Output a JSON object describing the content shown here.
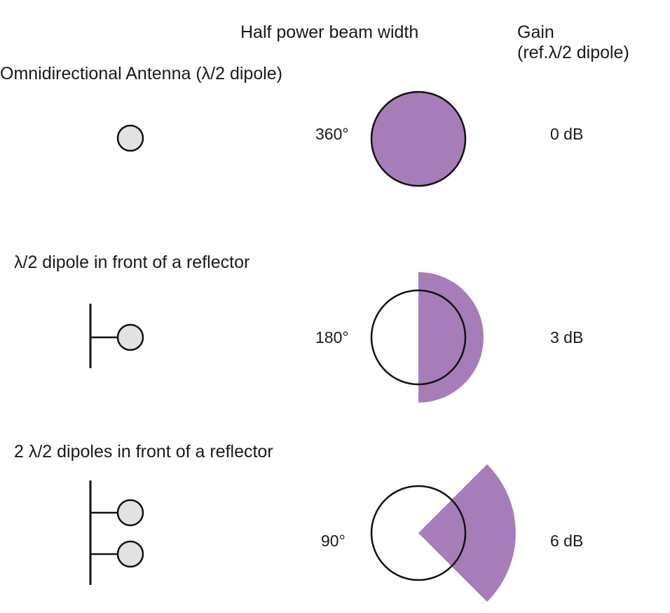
{
  "header": {
    "beam_width": "Half power beam width",
    "gain_line1": "Gain",
    "gain_line2": "(ref.λ/2 dipole)"
  },
  "rows": [
    {
      "title": "Omnidirectional Antenna (λ/2 dipole)",
      "beam_width": "360°",
      "beam_width_deg": 360,
      "gain": "0 dB"
    },
    {
      "title": "λ/2 dipole in front of a reflector",
      "beam_width": "180°",
      "beam_width_deg": 180,
      "gain": "3 dB"
    },
    {
      "title": "2 λ/2 dipoles in front of a reflector",
      "beam_width": "90°",
      "beam_width_deg": 90,
      "gain": "6 dB"
    }
  ],
  "colors": {
    "pattern_fill": "#a67db8",
    "element_fill": "#e2e2e2",
    "stroke": "#111111"
  }
}
